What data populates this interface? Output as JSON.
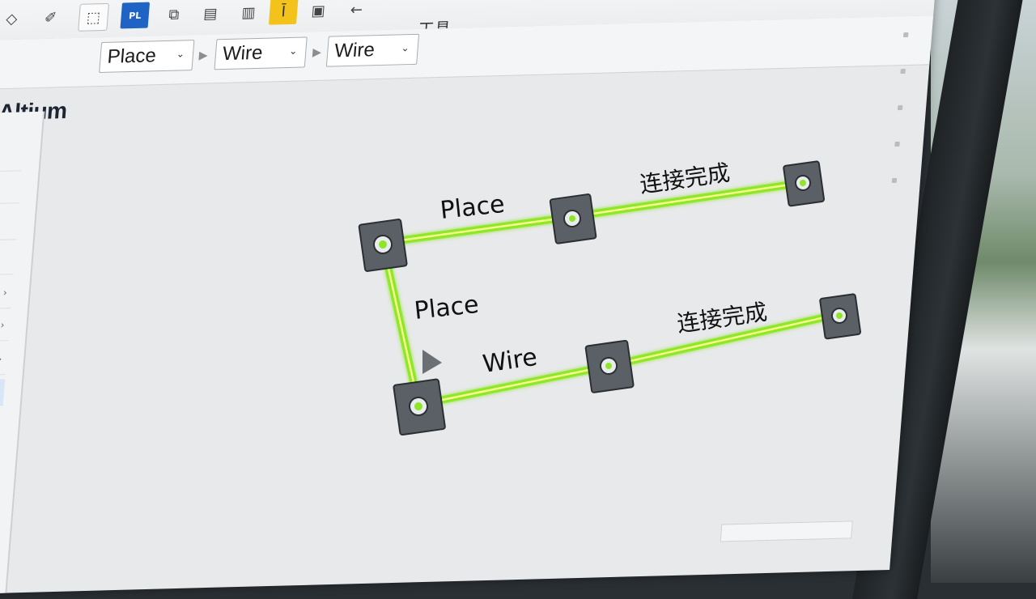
{
  "app": {
    "logo": "Altium"
  },
  "toolbar": {
    "buttons": [
      {
        "name": "diamond-icon",
        "glyph": "◇"
      },
      {
        "name": "wand-icon",
        "glyph": "✐"
      },
      {
        "name": "cube-icon",
        "glyph": "⬚"
      },
      {
        "name": "pl-icon",
        "glyph": "PL"
      },
      {
        "name": "copy-icon",
        "glyph": "⧉"
      },
      {
        "name": "doc-icon",
        "glyph": "▤"
      },
      {
        "name": "layers-icon",
        "glyph": "▥"
      },
      {
        "name": "highlight-icon",
        "glyph": "Ī"
      },
      {
        "name": "frame-icon",
        "glyph": "▣"
      },
      {
        "name": "back-arrow-icon",
        "glyph": "←"
      }
    ],
    "tools_label": "工具"
  },
  "menubar": {
    "dropdown1": "Place",
    "dropdown2": "Wire",
    "dropdown3": "Wire"
  },
  "canvas": {
    "labels": {
      "top_left": "Place",
      "top_right": "连接完成",
      "middle_left": "Place",
      "bottom_mid": "Wire",
      "bottom_right": "连接完成"
    },
    "wire_color": "#8fe629"
  }
}
